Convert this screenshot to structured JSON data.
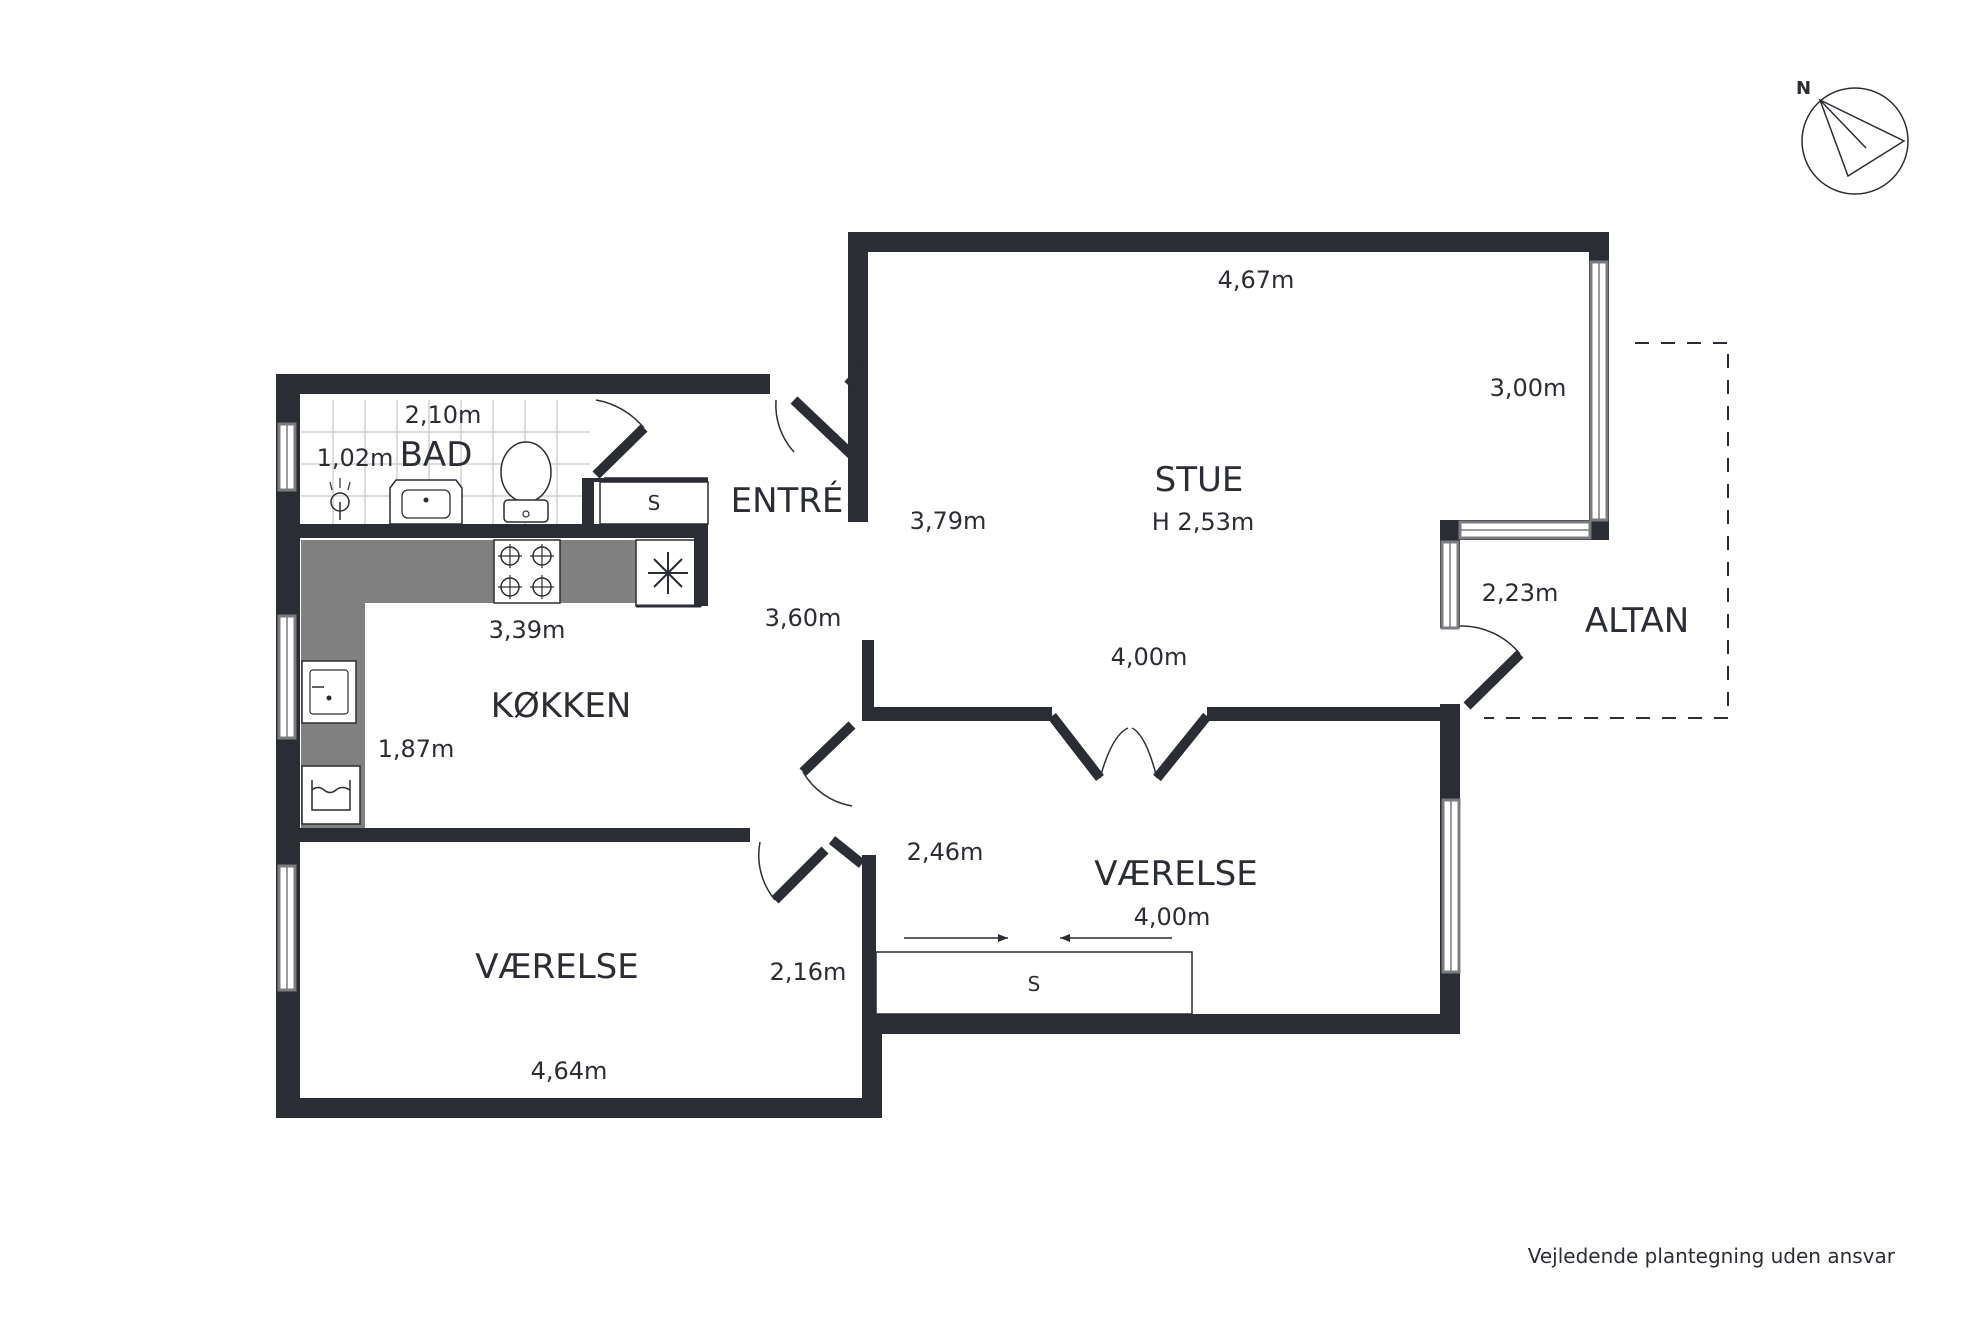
{
  "rooms": {
    "stue": {
      "name": "STUE",
      "height": "H 2,53m"
    },
    "bad": {
      "name": "BAD"
    },
    "entre": {
      "name": "ENTRÉ"
    },
    "kokken": {
      "name": "KØKKEN"
    },
    "vaerelse_right": {
      "name": "VÆRELSE"
    },
    "vaerelse_left": {
      "name": "VÆRELSE"
    },
    "altan": {
      "name": "ALTAN"
    }
  },
  "dimensions": {
    "stue_width": "4,67m",
    "stue_depth": "3,00m",
    "stue_left": "3,79m",
    "stue_bottom": "4,00m",
    "altan_side": "2,23m",
    "bad_width": "2,10m",
    "bad_depth": "1,02m",
    "entre": "3,60m",
    "kokken_width": "3,39m",
    "kokken_depth": "1,87m",
    "vaerelse_right_depth": "2,46m",
    "vaerelse_right_width": "4,00m",
    "vaerelse_left_depth": "2,16m",
    "vaerelse_left_width": "4,64m"
  },
  "closet_labels": {
    "entre_closet": "S",
    "vaerelse_closet": "S"
  },
  "compass": {
    "label": "N"
  },
  "footer": {
    "disclaimer": "Vejledende plantegning uden ansvar"
  },
  "colors": {
    "wall": "#2a2d33",
    "window": "#7a7c80",
    "counter": "#808080",
    "tile_grid": "#d0d0d0"
  }
}
